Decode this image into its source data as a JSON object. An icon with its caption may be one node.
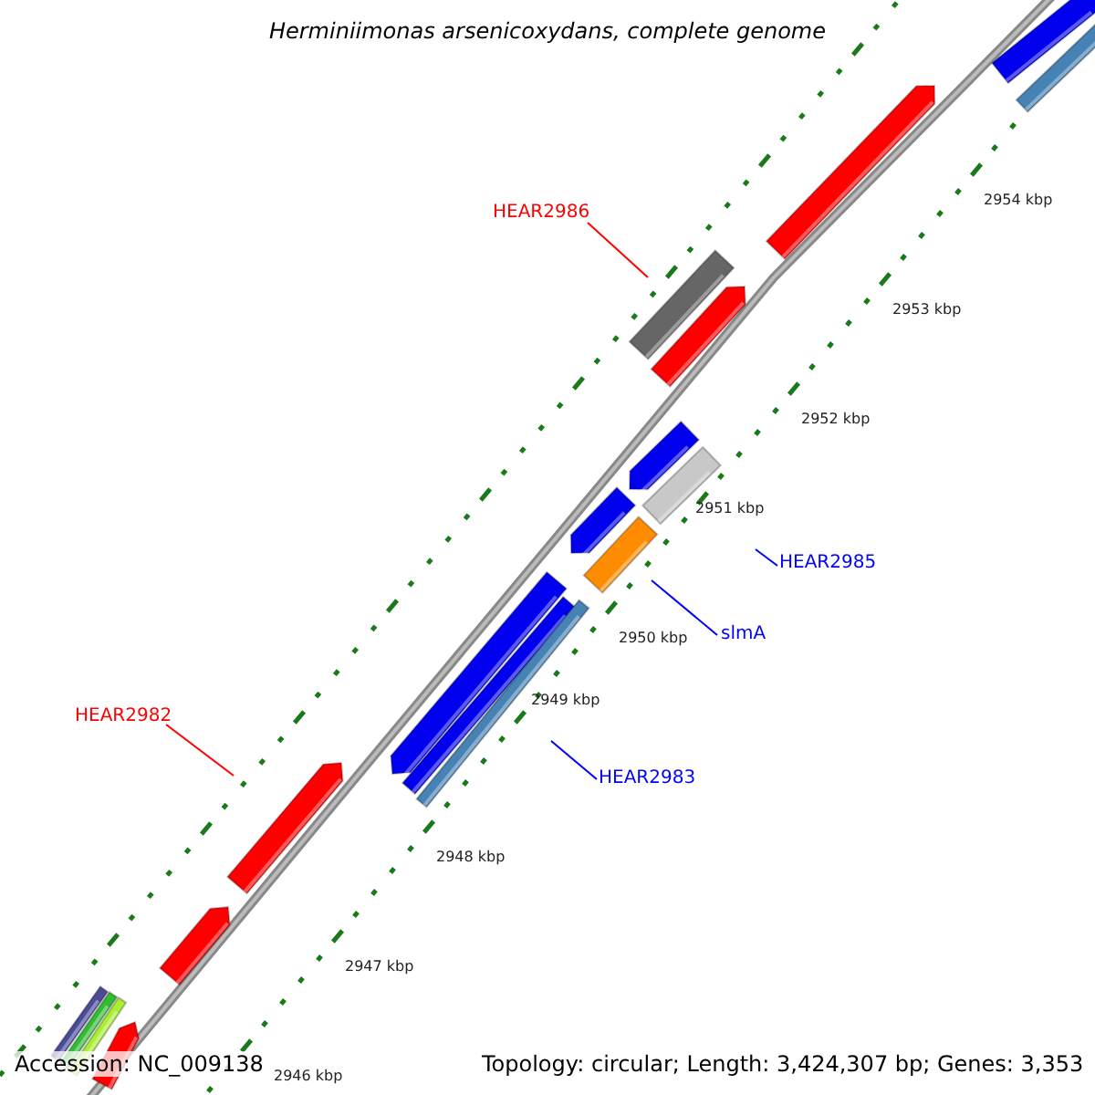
{
  "diagram": {
    "title": "Herminiimonas arsenicoxydans, complete genome",
    "nodes": [
      {
        "text": [
          "HEAR2986"
        ]
      },
      {
        "text": [
          "HEAR2985"
        ]
      },
      {
        "text": [
          "slmA"
        ]
      },
      {
        "text": [
          "HEAR2983"
        ]
      },
      {
        "text": [
          "HEAR2982"
        ]
      }
    ],
    "edges": [
      {
        "from": 0,
        "to": null,
        "arrow": "none",
        "color": "#ff0000"
      },
      {
        "from": 1,
        "to": null,
        "arrow": "none"
      },
      {
        "from": 2,
        "to": null,
        "arrow": "none"
      },
      {
        "from": 3,
        "to": null,
        "arrow": "none"
      },
      {
        "from": 4,
        "to": null,
        "arrow": "none",
        "color": "#ff0000"
      }
    ],
    "labels": [
      "2954 kbp",
      "2953 kbp",
      "2952 kbp",
      "2951 kbp",
      "2950 kbp",
      "2949 kbp",
      "2948 kbp",
      "2947 kbp",
      "2946 kbp",
      "Accession: NC_009138",
      "Topology: circular; Length: 3,424,307 bp; Genes: 3,353"
    ]
  }
}
